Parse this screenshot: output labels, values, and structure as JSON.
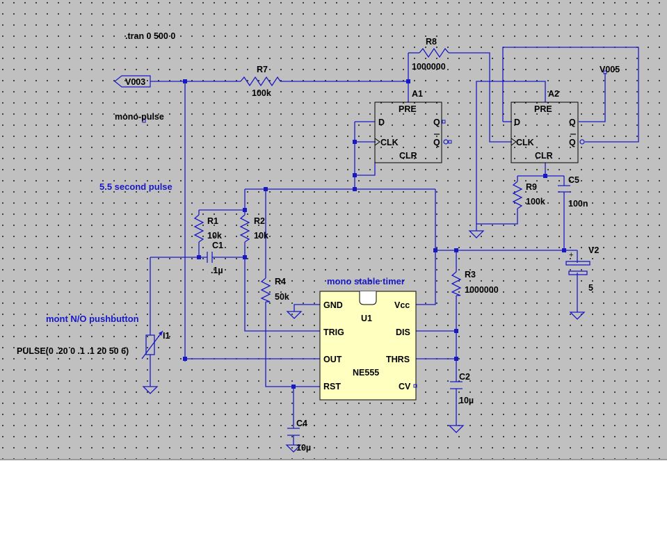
{
  "directive": ".tran 0 500 0",
  "net_labels": {
    "v003": "V003",
    "mono_pulse": "mono-pulse",
    "v005": "V005"
  },
  "comments": {
    "pulse": "5.5 second pulse",
    "timer": "mono stable timer",
    "button": "mont N/O pushbutton"
  },
  "components": {
    "r7": {
      "ref": "R7",
      "value": "100k"
    },
    "r8": {
      "ref": "R8",
      "value": "1000000"
    },
    "r1": {
      "ref": "R1",
      "value": "10k"
    },
    "r2": {
      "ref": "R2",
      "value": "10k"
    },
    "r4": {
      "ref": "R4",
      "value": "50k"
    },
    "r3": {
      "ref": "R3",
      "value": "1000000"
    },
    "r9": {
      "ref": "R9",
      "value": "100k"
    },
    "c1": {
      "ref": "C1",
      "value": ".1µ"
    },
    "c2": {
      "ref": "C2",
      "value": "10µ"
    },
    "c4": {
      "ref": "C4",
      "value": "10µ"
    },
    "c5": {
      "ref": "C5",
      "value": "100n"
    },
    "v2": {
      "ref": "V2",
      "value": "5"
    },
    "i1": {
      "ref": "I1",
      "value": "PULSE(0 .20 0 .1 .1 20 50 6)"
    }
  },
  "flipflops": {
    "a1": {
      "ref": "A1",
      "pre": "PRE",
      "d": "D",
      "clk": "CLK",
      "clr": "CLR",
      "q": "Q",
      "qbar": "Q"
    },
    "a2": {
      "ref": "A2",
      "pre": "PRE",
      "d": "D",
      "clk": "CLK",
      "clr": "CLR",
      "q": "Q",
      "qbar": "Q"
    }
  },
  "timer_ic": {
    "ref": "U1",
    "part": "NE555",
    "pins": {
      "gnd": "GND",
      "trig": "TRIG",
      "out": "OUT",
      "rst": "RST",
      "vcc": "Vcc",
      "dis": "DIS",
      "thrs": "THRS",
      "cv": "CV"
    }
  },
  "colors": {
    "wire": "#1818c8",
    "background": "#c0c0c0",
    "ic_fill": "#ffffc0"
  }
}
